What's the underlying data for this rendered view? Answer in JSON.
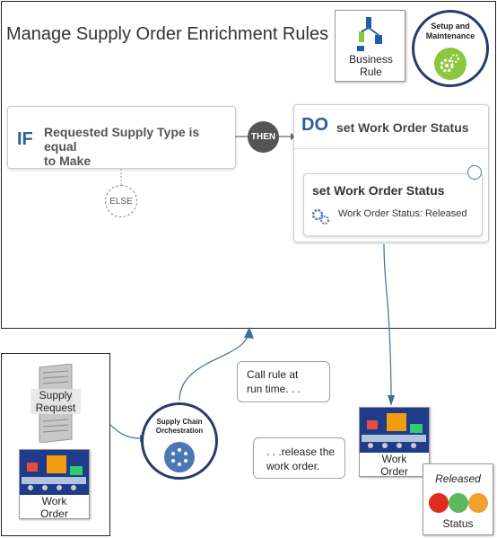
{
  "main": {
    "title": "Manage Supply Order Enrichment Rules",
    "business_rule_label_1": "Business",
    "business_rule_label_2": "Rule",
    "setup_label_1": "Setup and",
    "setup_label_2": "Maintenance"
  },
  "if_card": {
    "keyword": "IF",
    "condition_line1": "Requested Supply Type is equal",
    "condition_line2": "to Make"
  },
  "then_label": "THEN",
  "else_label": "ELSE",
  "do_card": {
    "keyword": "DO",
    "action": "set Work Order Status",
    "inner_title": "set Work Order Status",
    "inner_detail": "Work Order Status: Released"
  },
  "bottom": {
    "supply_request_1": "Supply",
    "supply_request_2": "Request",
    "work_order_1": "Work",
    "work_order_2": "Order",
    "orchestration_1": "Supply Chain",
    "orchestration_2": "Orchestration",
    "call_rule_1": "Call rule at",
    "call_rule_2": "run time. . .",
    "release_1": ". . .release the",
    "release_2": "work order.",
    "work_order_right_1": "Work",
    "work_order_right_2": "Order",
    "status_released": "Released",
    "status_label": "Status"
  },
  "colors": {
    "accent_blue": "#2f5c9a",
    "connector": "#3a6f9a",
    "setup_green": "#8cc63f",
    "then_bubble": "#555555"
  }
}
